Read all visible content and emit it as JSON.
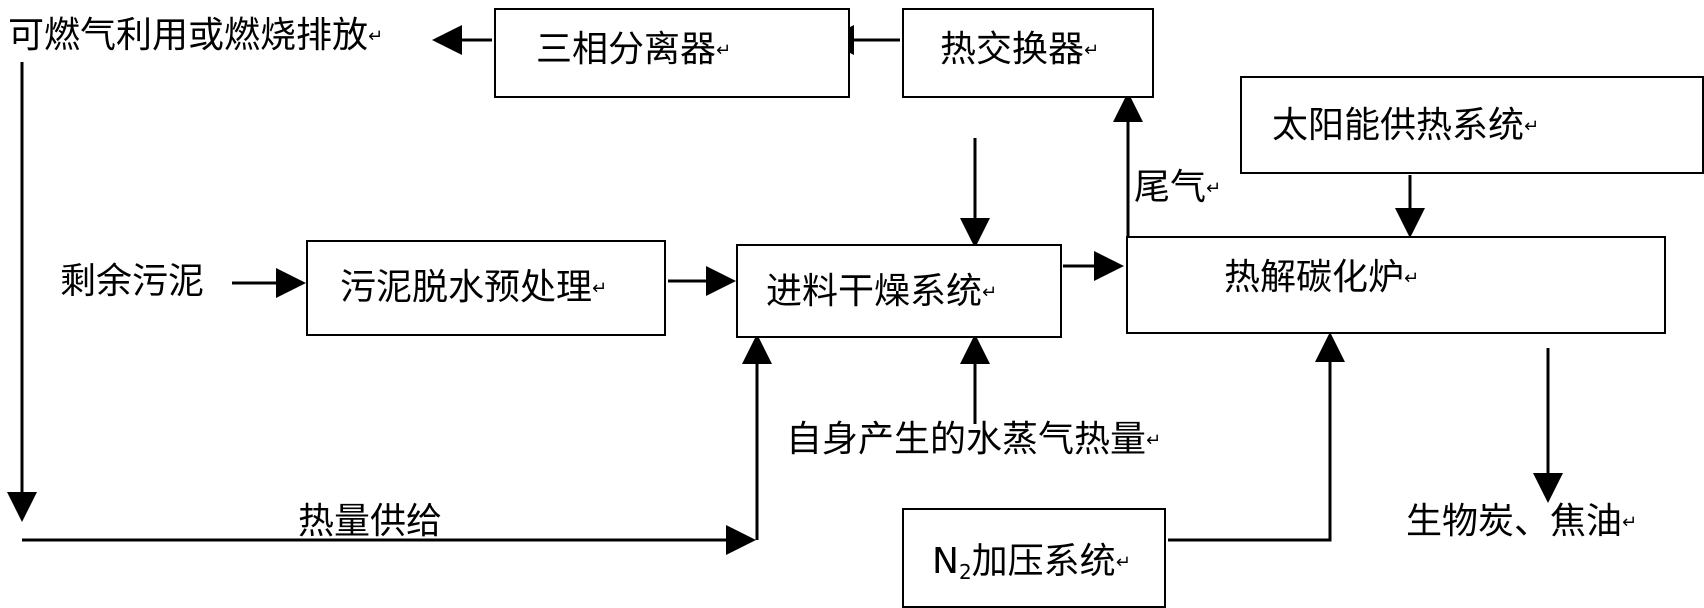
{
  "paragraph_mark": "↵",
  "nodes": {
    "combustible_gas": "可燃气利用或燃烧排放",
    "three_phase_separator": "三相分离器",
    "heat_exchanger": "热交换器",
    "solar_heating": "太阳能供热系统",
    "tail_gas": "尾气",
    "residual_sludge": "剩余污泥",
    "sludge_dewatering": "污泥脱水预处理",
    "feed_drying": "进料干燥系统",
    "pyrolysis_furnace": "热解碳化炉",
    "self_steam_heat": "自身产生的水蒸气热量",
    "heat_supply": "热量供给",
    "n2_pressurization_prefix": "N",
    "n2_subscript": "2",
    "n2_pressurization_suffix": "加压系统",
    "biochar_tar": "生物炭、焦油"
  }
}
